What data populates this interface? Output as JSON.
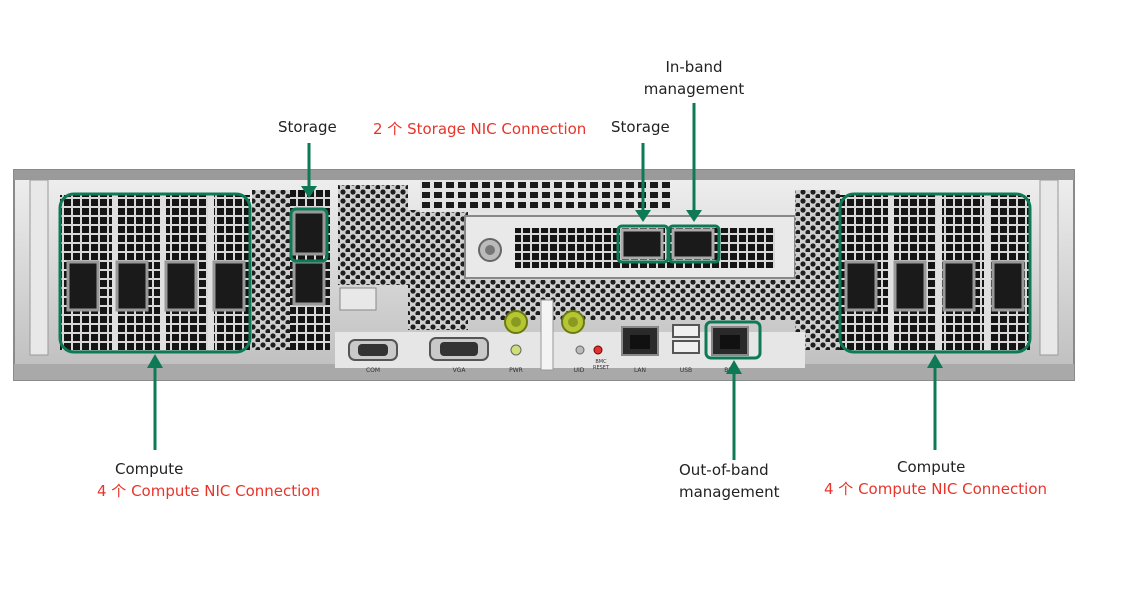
{
  "labels": {
    "inband": "In-band\nmanagement",
    "storage_left": "Storage",
    "storage_right": "Storage",
    "storage_nic": "2 个 Storage NIC Connection",
    "compute_left": "Compute",
    "compute_left_nic": "4 个 Compute NIC Connection",
    "compute_right": "Compute",
    "compute_right_nic": "4 个 Compute NIC Connection",
    "oob": "Out-of-band\nmanagement"
  },
  "port_labels": {
    "com": "COM",
    "vga": "VGA",
    "pwr": "PWR",
    "uid": "UID",
    "bmc_reset": "BMC\nRESET",
    "lan": "LAN",
    "usb": "USB",
    "bmc": "BMC"
  },
  "colors": {
    "highlight": "#0e7a55",
    "annotation_red": "#e8342a",
    "chassis": "#d9d9d9",
    "port_dark": "#1a1a1a"
  }
}
